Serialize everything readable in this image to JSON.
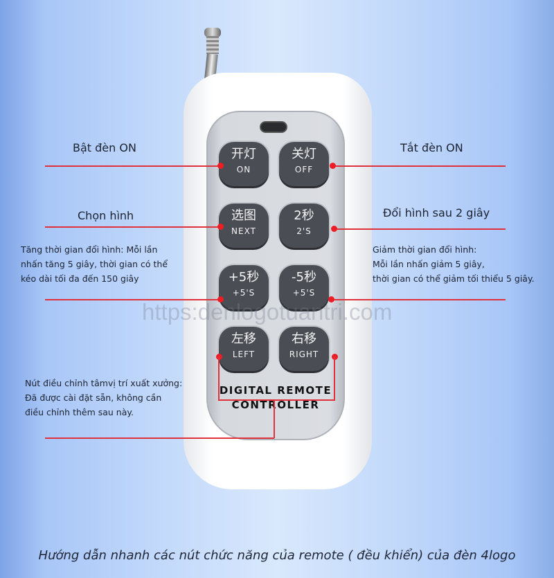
{
  "labels": {
    "on": "Bật đèn ON",
    "off": "Tắt đèn ON",
    "next": "Chọn hình",
    "two_sec": "Đổi hình sau 2 giây"
  },
  "notes": {
    "plus5": [
      "Tăng thời gian đổi hình: Mỗi lần",
      "nhấn tăng 5 giây, thời gian có thể",
      "kéo dài tối đa đến 150 giây"
    ],
    "minus5": [
      "Giảm thời gian đổi hình:",
      "Mỗi lần nhấn giảm 5 giây,",
      "thời gian có thể giảm tối thiểu 5 giây."
    ],
    "leftright": [
      "Nút điều chỉnh tâmvị trí xuất xưởng:",
      "Đã được cài đặt sẵn, không cần",
      "điều chỉnh thêm sau này."
    ]
  },
  "remote": {
    "buttons": [
      {
        "cn": "开灯",
        "en": "ON"
      },
      {
        "cn": "关灯",
        "en": "OFF"
      },
      {
        "cn": "选图",
        "en": "NEXT"
      },
      {
        "cn": "2秒",
        "en": "2'S"
      },
      {
        "cn": "+5秒",
        "en": "+5'S"
      },
      {
        "cn": "-5秒",
        "en": "+5'S"
      },
      {
        "cn": "左移",
        "en": "LEFT"
      },
      {
        "cn": "右移",
        "en": "RIGHT"
      }
    ],
    "brand_line1": "DIGITAL REMOTE",
    "brand_line2": "CONTROLLER"
  },
  "watermark": "https:denlogotuantri.com",
  "caption": "Hướng dẫn nhanh các nút chức năng của remote ( đều khiển) của đèn 4logo",
  "colors": {
    "callout": "#e0303a",
    "button": "#4a4d54"
  }
}
